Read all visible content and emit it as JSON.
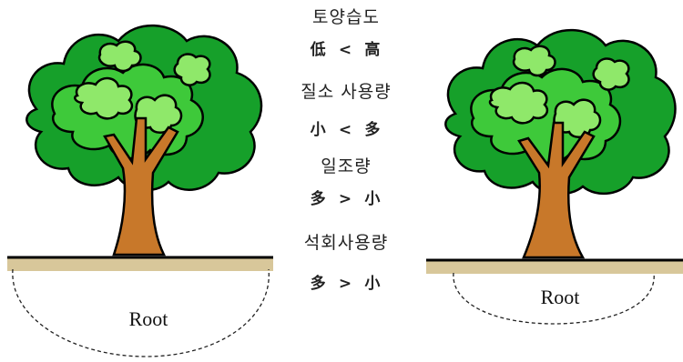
{
  "left_tree": {
    "root_label": "Root"
  },
  "right_tree": {
    "root_label": "Root"
  },
  "comparisons": [
    {
      "label": "토양습도",
      "left": "低",
      "op": "<",
      "right": "高"
    },
    {
      "label": "질소 사용량",
      "left": "小",
      "op": "<",
      "right": "多"
    },
    {
      "label": "일조량",
      "left": "多",
      "op": ">",
      "right": "小"
    },
    {
      "label": "석회사용량",
      "left": "多",
      "op": ">",
      "right": "小"
    }
  ],
  "colors": {
    "trunk": "#c8782a",
    "leaf_dark": "#16a02a",
    "leaf_mid": "#3ec93a",
    "leaf_light": "#8fe86a",
    "soil": "#d8c79a",
    "ground_line": "#000000"
  }
}
